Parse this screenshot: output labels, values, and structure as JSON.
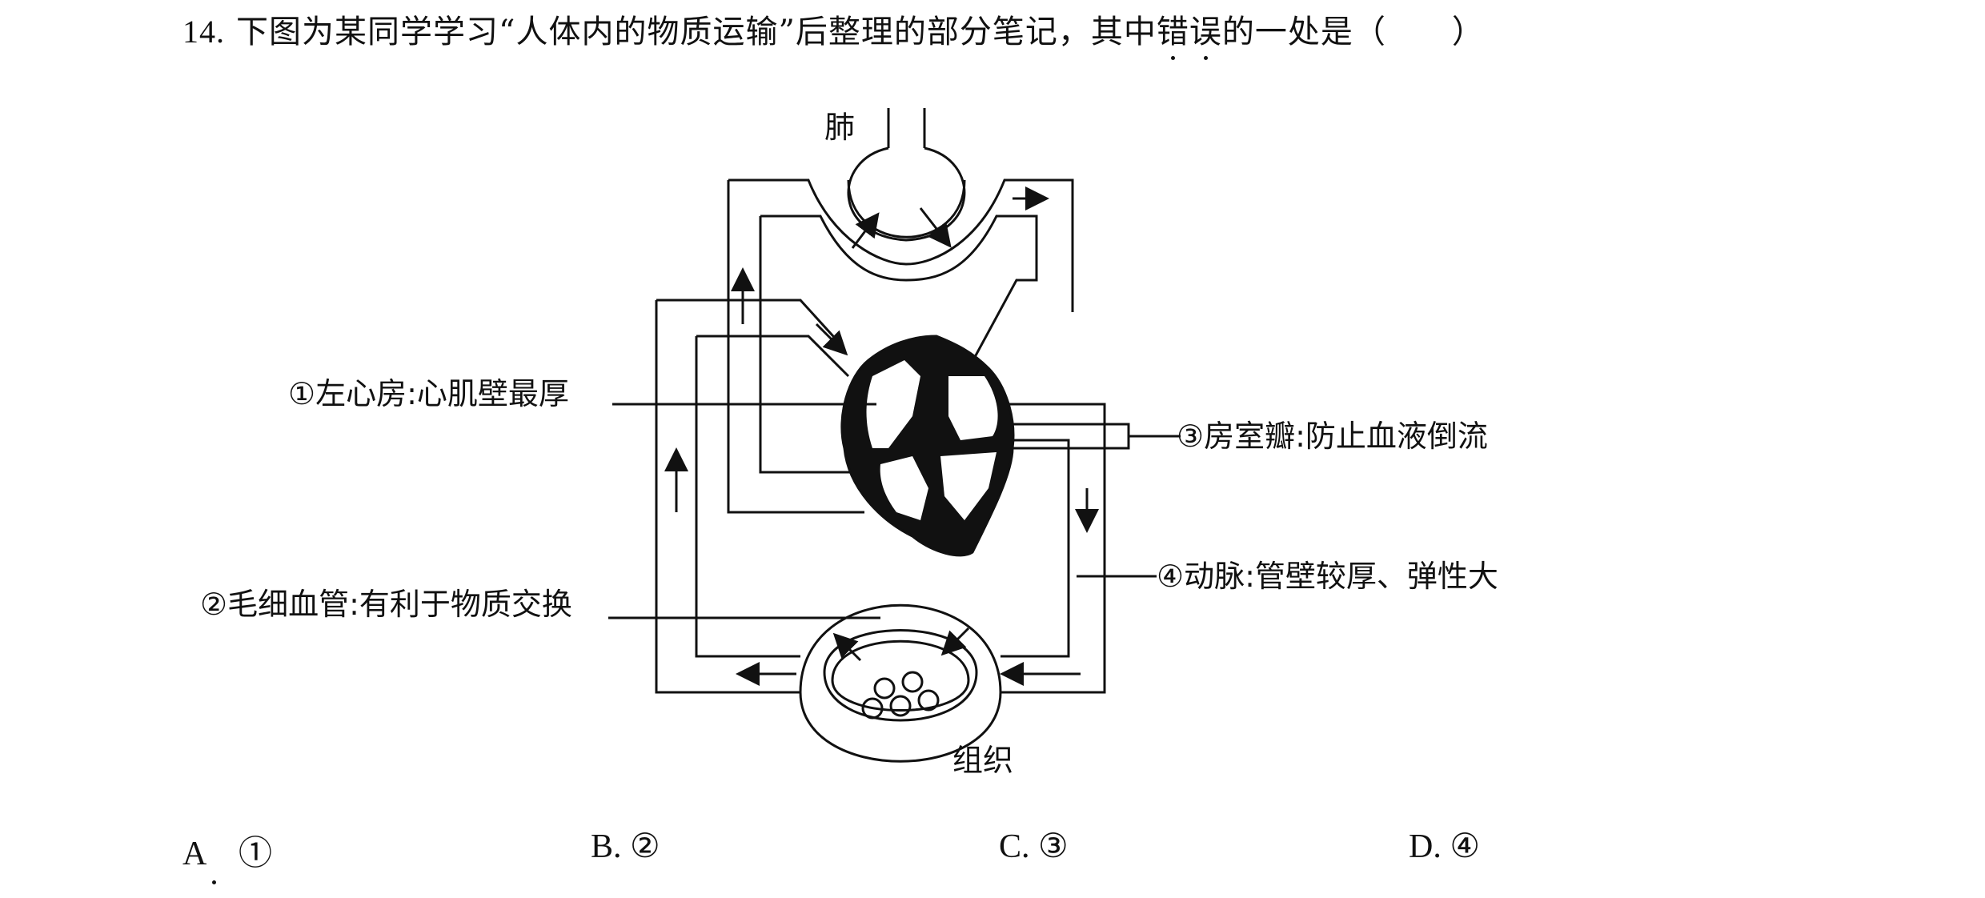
{
  "question": {
    "number": "14.",
    "text_before": "下图为某同学学习“人体内的物质运输”后整理的部分笔记，其中",
    "emph1": "错",
    "emph2": "误",
    "text_after": "的一处是（　　）"
  },
  "diagram": {
    "lung_label": "肺",
    "tissue_label": "组织",
    "label1": "①左心房:心肌壁最厚",
    "label2": "②毛细血管:有利于物质交换",
    "label3": "③房室瓣:防止血液倒流",
    "label4": "④动脉:管壁较厚、弹性大"
  },
  "options": [
    {
      "key": "A",
      "text": "A　①"
    },
    {
      "key": "B",
      "text": "B. ②"
    },
    {
      "key": "C",
      "text": "C. ③"
    },
    {
      "key": "D",
      "text": "D. ④"
    }
  ]
}
